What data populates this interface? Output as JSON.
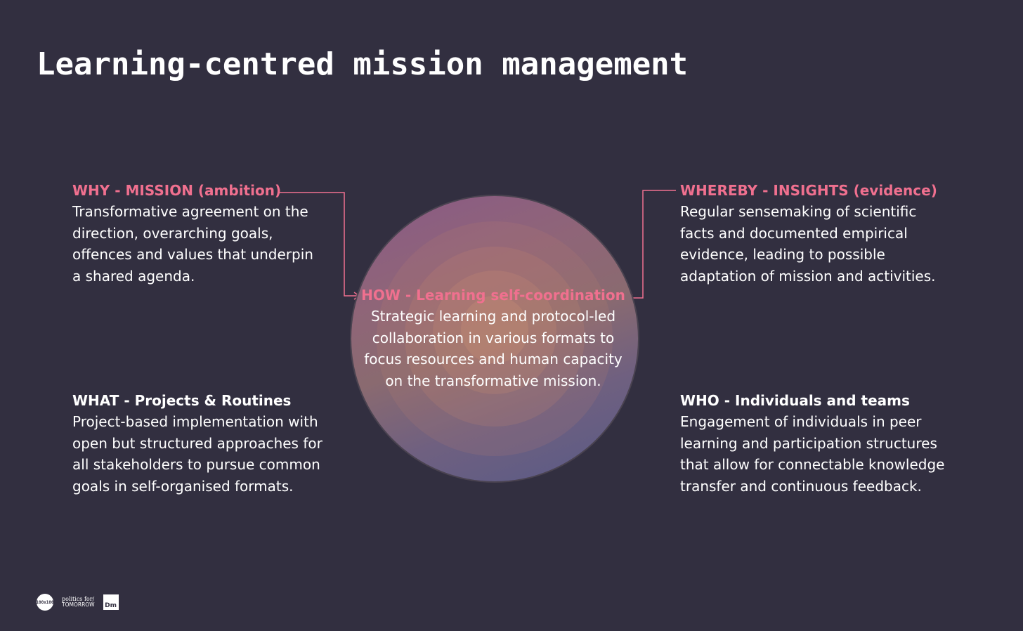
{
  "title": "Learning-centred mission management",
  "why": {
    "heading": "WHY - MISSION (ambition)",
    "lines": [
      "Transformative agreement on the",
      "direction, overarching goals,",
      "offences and values that underpin",
      "a shared agenda."
    ]
  },
  "whereby": {
    "heading": "WHEREBY - INSIGHTS (evidence)",
    "lines": [
      "Regular sensemaking of scientific",
      "facts and documented empirical",
      "evidence, leading to possible",
      "adaptation of mission and activities."
    ]
  },
  "how": {
    "heading": "HOW - Learning self-coordination",
    "lines": [
      "Strategic learning and protocol-led",
      "collaboration in various formats to",
      "focus resources and human capacity",
      "on the transformative mission."
    ]
  },
  "what": {
    "heading": "WHAT - Projects & Routines",
    "lines": [
      "Project-based implementation with",
      "open but structured approaches for",
      "all stakeholders to pursue common",
      "goals in self-organised formats."
    ]
  },
  "who": {
    "heading": "WHO - Individuals and teams",
    "lines": [
      "Engagement of individuals in peer",
      "learning and participation structures",
      "that allow for connectable knowledge",
      "transfer and continuous feedback."
    ]
  },
  "logos": {
    "logo1": "100x100",
    "logo2_top": "politics for/",
    "logo2_bottom": "TOMORROW",
    "logo3": "Dm"
  },
  "colors": {
    "background": "#322f40",
    "accent_pink": "#f0708f",
    "text": "#ffffff"
  }
}
